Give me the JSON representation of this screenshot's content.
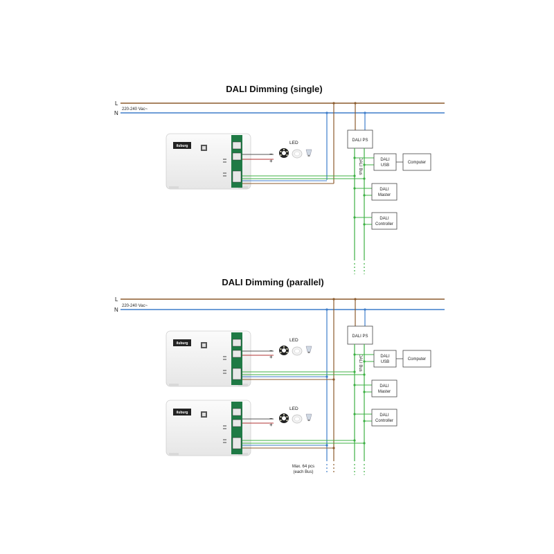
{
  "colors": {
    "live": "#8B5A2B",
    "neutral": "#3D7DCA",
    "dali_bus": "#3CB043",
    "led_pos": "#B03030",
    "led_neg": "#555555"
  },
  "icons": [
    "led-strip-icon",
    "downlight-icon",
    "bulb-icon",
    "driver-module-icon"
  ],
  "line_labels": {
    "live": "L",
    "neutral": "N",
    "voltage": "220-240 Vac~"
  },
  "single": {
    "title": "DALI Dimming (single)",
    "brand": "iluburg",
    "led_label": "LED",
    "plus": "+",
    "minus": "−",
    "ps_label": "DALI PS",
    "bus_label": "DALI Bus",
    "usb_line1": "DALI",
    "usb_line2": "USB",
    "computer_label": "Computer",
    "master_line1": "DALI",
    "master_line2": "Master",
    "controller_line1": "DALI",
    "controller_line2": "Controller"
  },
  "parallel": {
    "title": "DALI Dimming (parallel)",
    "brand": "iluburg",
    "led_label": "LED",
    "plus": "+",
    "minus": "−",
    "ps_label": "DALI PS",
    "bus_label": "DALI Bus",
    "usb_line1": "DALI",
    "usb_line2": "USB",
    "computer_label": "Computer",
    "master_line1": "DALI",
    "master_line2": "Master",
    "controller_line1": "DALI",
    "controller_line2": "Controller",
    "max_line1": "Max. 64 pcs",
    "max_line2": "(each Bus)"
  }
}
